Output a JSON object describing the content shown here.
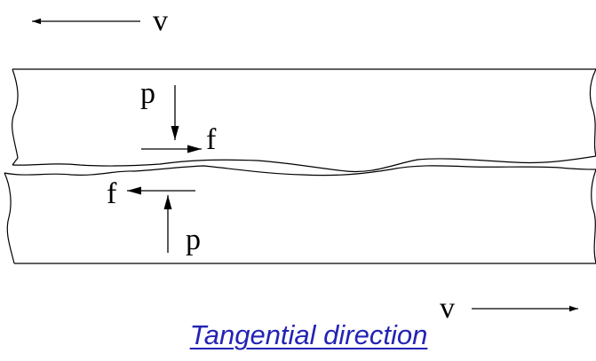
{
  "diagram": {
    "top_velocity_label": "v",
    "bottom_velocity_label": "v",
    "top_pressure_label": "p",
    "top_friction_label": "f",
    "bottom_friction_label": "f",
    "bottom_pressure_label": "p",
    "caption": "Tangential direction",
    "caption_color": "#2323b5"
  }
}
